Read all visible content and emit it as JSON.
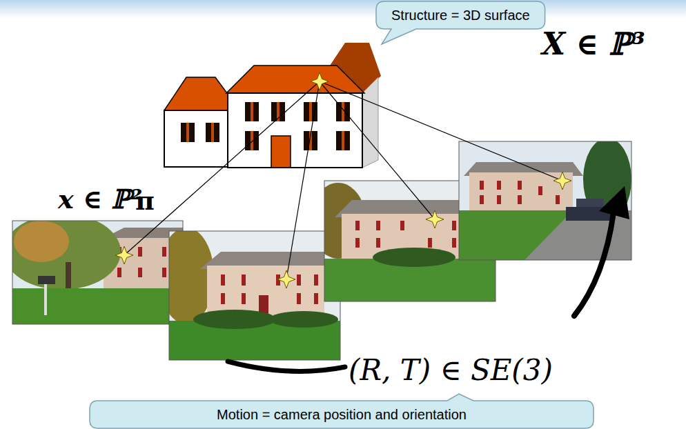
{
  "diagram": {
    "nodes": [
      {
        "text": [
          "Structure = 3D surface"
        ]
      },
      {
        "text": [
          "Motion = camera position and orientation"
        ]
      }
    ],
    "labels": [
      "X ∈ ℙ³",
      "x ∈ ℙ²",
      "π",
      "(R, T) ∈ SE(3)"
    ]
  }
}
